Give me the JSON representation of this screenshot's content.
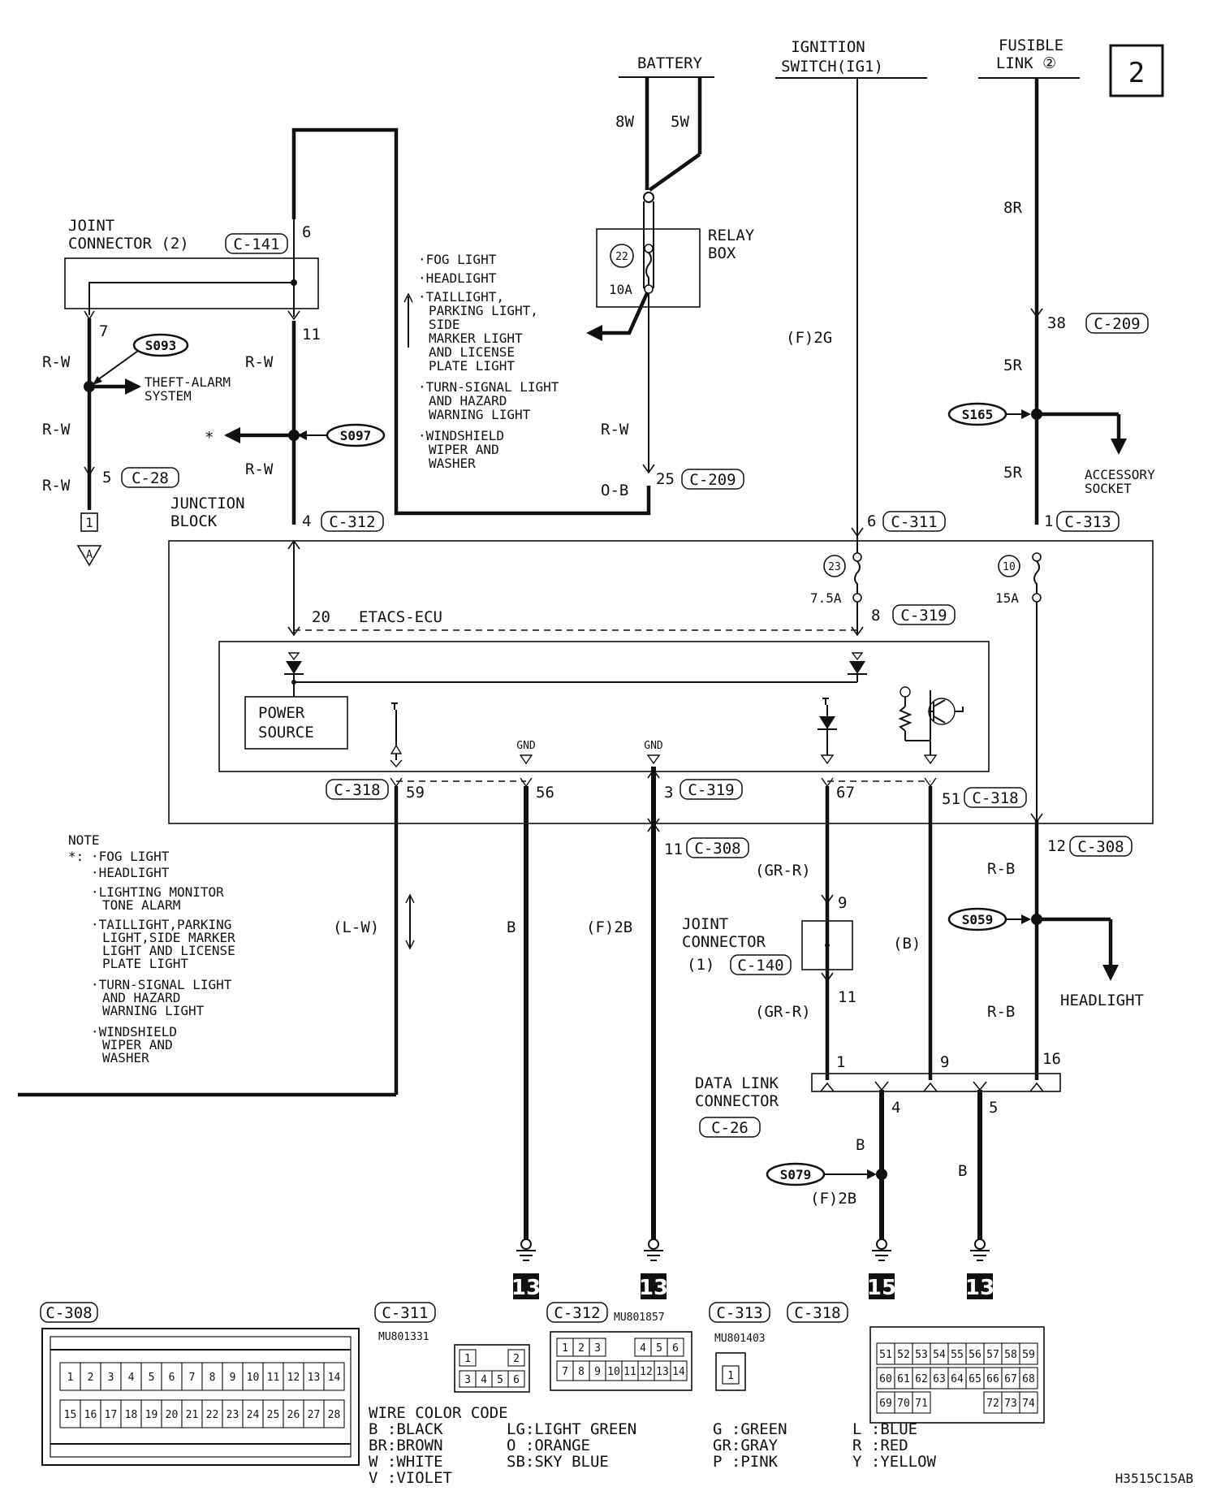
{
  "page": {
    "number": "2",
    "doc_code": "H3515C15AB"
  },
  "sources": {
    "battery": "BATTERY",
    "ignition_line1": "IGNITION",
    "ignition_line2": "SWITCH(IG1)",
    "fusible_line1": "FUSIBLE",
    "fusible_line2": "LINK ②"
  },
  "relay_box": {
    "line1": "RELAY",
    "line2": "BOX",
    "fuse_no": "22",
    "fuse_amp": "10A"
  },
  "joint_connector_2": {
    "line1": "JOINT",
    "line2": "CONNECTOR (2)",
    "conn": "C-141"
  },
  "junction_block": {
    "line1": "JUNCTION",
    "line2": "BLOCK"
  },
  "etacs": {
    "pin": "20",
    "name": "ETACS-ECU"
  },
  "power_source": {
    "line1": "POWER",
    "line2": "SOURCE"
  },
  "gnd": [
    "GND",
    "GND"
  ],
  "fuses": [
    {
      "no": "23",
      "amp": "7.5A"
    },
    {
      "no": "10",
      "amp": "15A"
    }
  ],
  "splices": [
    "S093",
    "S097",
    "S165",
    "S059",
    "S079"
  ],
  "splice_targets": {
    "theft_line1": "THEFT-ALARM",
    "theft_line2": "SYSTEM",
    "accessory_line1": "ACCESSORY",
    "accessory_line2": "SOCKET",
    "headlight": "HEADLIGHT",
    "asterisk": "*"
  },
  "relay_loads": [
    "·FOG LIGHT",
    "·HEADLIGHT",
    "·TAILLIGHT,",
    "PARKING LIGHT,",
    "SIDE",
    "MARKER LIGHT",
    "AND LICENSE",
    "PLATE LIGHT",
    "·TURN-SIGNAL LIGHT",
    "AND HAZARD",
    "WARNING LIGHT",
    "·WINDSHIELD",
    "WIPER AND",
    "WASHER"
  ],
  "wire_labels": {
    "w8W": "8W",
    "w5W": "5W",
    "w8R": "8R",
    "w5R_a": "5R",
    "w5R_b": "5R",
    "f2G": "(F)2G",
    "rw_relay": "R-W",
    "ob": "O-B",
    "rw1": "R-W",
    "rw2": "R-W",
    "rw3": "R-W",
    "rw4": "R-W",
    "rw5": "R-W",
    "lw": "(L-W)",
    "b56": "B",
    "f2b_a": "(F)2B",
    "grr1": "(GR-R)",
    "grr2": "(GR-R)",
    "b_mid": "(B)",
    "rb1": "R-B",
    "rb2": "R-B",
    "b4": "B",
    "f2b_b": "(F)2B",
    "b5": "B"
  },
  "pins": {
    "p6": "6",
    "p7": "7",
    "p11": "11",
    "p5": "5",
    "p4": "4",
    "p38": "38",
    "p25": "25",
    "p6b": "6",
    "p1": "1",
    "p8": "8",
    "p59": "59",
    "p56": "56",
    "p3": "3",
    "p67": "67",
    "p51": "51",
    "p11b": "11",
    "p12": "12",
    "p9": "9",
    "p11c": "11",
    "dl1": "1",
    "dl9": "9",
    "dl16": "16",
    "dl4": "4",
    "dl5": "5"
  },
  "conn_tags": {
    "c209a": "C-209",
    "c28": "C-28",
    "c312": "C-312",
    "c209b": "C-209",
    "c311": "C-311",
    "c313": "C-313",
    "c319a": "C-319",
    "c318a": "C-318",
    "c319b": "C-319",
    "c318b": "C-318",
    "c308a": "C-308",
    "c308b": "C-308",
    "c140": "C-140",
    "c26": "C-26"
  },
  "ground_node": {
    "num": "1",
    "letter": "A"
  },
  "joint_connector_1": {
    "line1": "JOINT",
    "line2": "CONNECTOR",
    "line3": "(1)"
  },
  "data_link": {
    "line1": "DATA LINK",
    "line2": "CONNECTOR"
  },
  "grounds": [
    "13",
    "13",
    "15",
    "13"
  ],
  "note": {
    "title": "NOTE",
    "prefix": "*:",
    "lines": [
      "·FOG LIGHT",
      "·HEADLIGHT",
      "·LIGHTING MONITOR",
      "TONE ALARM",
      "·TAILLIGHT,PARKING",
      "LIGHT,SIDE MARKER",
      "LIGHT AND LICENSE",
      "PLATE LIGHT",
      "·TURN-SIGNAL LIGHT",
      "AND HAZARD",
      "WARNING LIGHT",
      "·WINDSHIELD",
      "WIPER AND",
      "WASHER"
    ]
  },
  "connector_views": {
    "c308": {
      "tag": "C-308",
      "row1": [
        "1",
        "2",
        "3",
        "4",
        "5",
        "6",
        "7",
        "8",
        "9",
        "10",
        "11",
        "12",
        "13",
        "14"
      ],
      "row2": [
        "15",
        "16",
        "17",
        "18",
        "19",
        "20",
        "21",
        "22",
        "23",
        "24",
        "25",
        "26",
        "27",
        "28"
      ]
    },
    "c311": {
      "tag": "C-311",
      "part": "MU801331",
      "row1": [
        "1",
        "2"
      ],
      "row2": [
        "3",
        "4",
        "5",
        "6"
      ]
    },
    "c312": {
      "tag": "C-312",
      "part": "MU801857",
      "row1": [
        "1",
        "2",
        "3",
        "4",
        "5",
        "6"
      ],
      "row2": [
        "7",
        "8",
        "9",
        "10",
        "11",
        "12",
        "13",
        "14"
      ]
    },
    "c313": {
      "tag": "C-313",
      "part": "MU801403",
      "pin": "1"
    },
    "c318": {
      "tag": "C-318",
      "row1": [
        "51",
        "52",
        "53",
        "54",
        "55",
        "56",
        "57",
        "58",
        "59"
      ],
      "row2": [
        "60",
        "61",
        "62",
        "63",
        "64",
        "65",
        "66",
        "67",
        "68"
      ],
      "row3a": [
        "69",
        "70",
        "71"
      ],
      "row3b": [
        "72",
        "73",
        "74"
      ]
    }
  },
  "wire_color_code": {
    "title": "WIRE COLOR CODE",
    "col1": [
      "B :BLACK",
      "BR:BROWN",
      "W :WHITE",
      "V :VIOLET"
    ],
    "col2": [
      "LG:LIGHT GREEN",
      "O :ORANGE",
      "SB:SKY BLUE"
    ],
    "col3": [
      "G :GREEN",
      "GR:GRAY",
      "P :PINK"
    ],
    "col4": [
      "L :BLUE",
      "R :RED",
      "Y :YELLOW"
    ]
  }
}
